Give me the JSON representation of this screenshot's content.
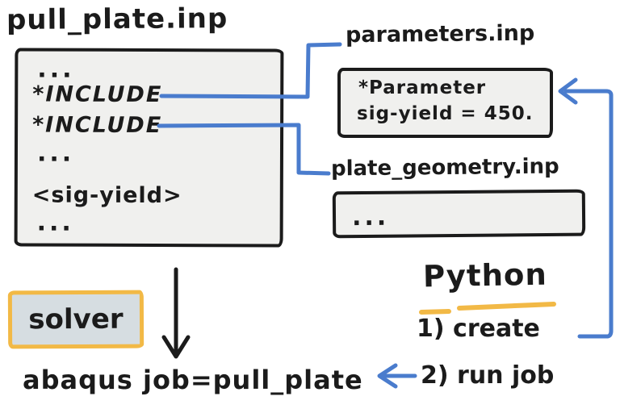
{
  "colors": {
    "ink": "#1b1b1b",
    "blue": "#4a7ccd",
    "yellow": "#f2b946",
    "file_fill": "#f0f0ee",
    "solver_fill": "#d6dde1"
  },
  "files": {
    "main": {
      "title": "pull_plate.inp",
      "lines": [
        "...",
        "*INCLUDE",
        "*INCLUDE",
        "...",
        "<sig-yield>",
        "..."
      ]
    },
    "parameters": {
      "title": "parameters.inp",
      "lines": [
        "*Parameter",
        "sig-yield = 450."
      ]
    },
    "geometry": {
      "title": "plate_geometry.inp",
      "lines": [
        "..."
      ]
    }
  },
  "solver": {
    "label": "solver"
  },
  "command": {
    "text": "abaqus job=pull_plate"
  },
  "python": {
    "title": "Python",
    "steps": [
      "1) create",
      "2) run job"
    ]
  }
}
